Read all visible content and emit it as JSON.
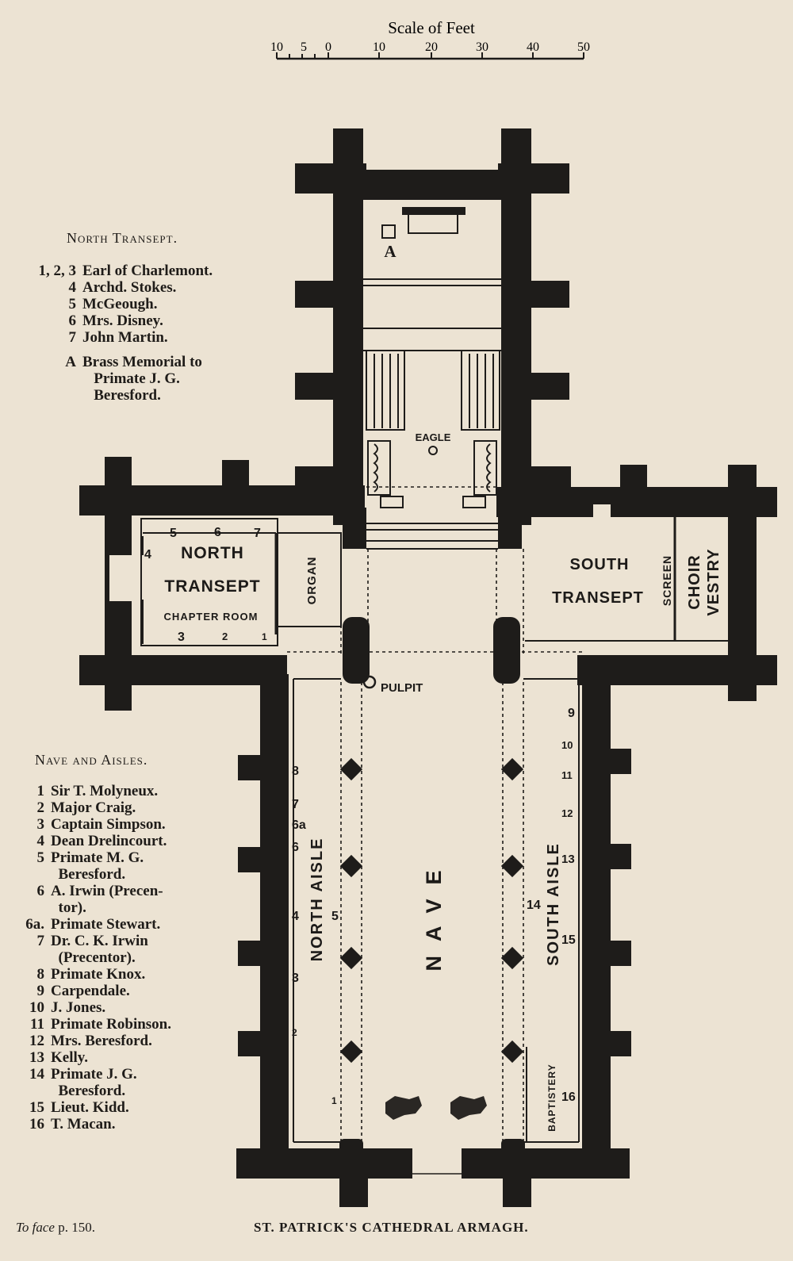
{
  "scale": {
    "title": "Scale of Feet",
    "ticks": [
      "10",
      "5",
      "0",
      "10",
      "20",
      "30",
      "40",
      "50"
    ]
  },
  "plan_labels": {
    "north_transept": "NORTH",
    "north_transept_2": "TRANSEPT",
    "chapter_room": "CHAPTER ROOM",
    "organ": "ORGAN",
    "south_transept": "SOUTH",
    "south_transept_2": "TRANSEPT",
    "screen": "SCREEN",
    "choir": "CHOIR",
    "vestry": "VESTRY",
    "eagle": "EAGLE",
    "pulpit": "PULPIT",
    "north_aisle": "NORTH AISLE",
    "nave": "NAVE",
    "south_aisle": "SOUTH AISLE",
    "baptistery": "BAPTISTERY",
    "memorial_a": "A"
  },
  "plan_numbers": {
    "nt": [
      "5",
      "6",
      "7",
      "4",
      "3",
      "2",
      "1"
    ],
    "north_aisle": [
      "8",
      "7",
      "6a",
      "6",
      "4",
      "5",
      "3",
      "2",
      "1"
    ],
    "south_aisle": [
      "9",
      "10",
      "11",
      "12",
      "13",
      "14",
      "15",
      "16"
    ]
  },
  "legend_north": {
    "heading": "North Transept.",
    "items": [
      {
        "num": "1, 2, 3",
        "text": "Earl of Charlemont."
      },
      {
        "num": "4",
        "text": "Archd. Stokes."
      },
      {
        "num": "5",
        "text": "McGeough."
      },
      {
        "num": "6",
        "text": "Mrs. Disney."
      },
      {
        "num": "7",
        "text": "John Martin."
      }
    ],
    "note_num": "A",
    "note_text": "Brass Memorial to\n   Primate J. G.\n   Beresford."
  },
  "legend_nave": {
    "heading": "Nave and Aisles.",
    "items": [
      {
        "num": "1",
        "text": "Sir T. Molyneux."
      },
      {
        "num": "2",
        "text": "Major Craig."
      },
      {
        "num": "3",
        "text": "Captain Simpson."
      },
      {
        "num": "4",
        "text": "Dean Drelincourt."
      },
      {
        "num": "5",
        "text": "Primate M. G.\n  Beresford."
      },
      {
        "num": "6",
        "text": "A. Irwin (Precen-\n  tor)."
      },
      {
        "num": "6a.",
        "text": "Primate Stewart."
      },
      {
        "num": "7",
        "text": "Dr. C. K. Irwin\n  (Precentor)."
      },
      {
        "num": "8",
        "text": "Primate Knox."
      },
      {
        "num": "9",
        "text": "Carpendale."
      },
      {
        "num": "10",
        "text": "J. Jones."
      },
      {
        "num": "11",
        "text": "Primate Robinson."
      },
      {
        "num": "12",
        "text": "Mrs. Beresford."
      },
      {
        "num": "13",
        "text": "Kelly."
      },
      {
        "num": "14",
        "text": "Primate J. G.\n  Beresford."
      },
      {
        "num": "15",
        "text": "Lieut. Kidd."
      },
      {
        "num": "16",
        "text": "T. Macan."
      }
    ]
  },
  "footer": {
    "to_face": "To face",
    "page_ref": "p. 150.",
    "title": "ST. PATRICK'S CATHEDRAL ARMAGH."
  },
  "colors": {
    "paper": "#ece3d3",
    "ink": "#1c1a18"
  }
}
